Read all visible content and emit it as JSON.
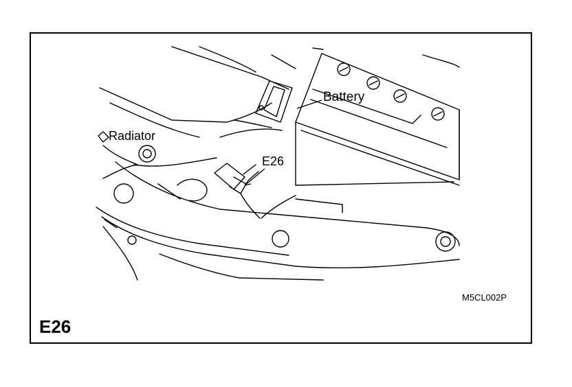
{
  "figure": {
    "id_label": "E26",
    "figure_code": "M5CL002P",
    "callouts": {
      "battery": "Battery",
      "radiator": "Radiator",
      "connector": "E26"
    }
  },
  "colors": {
    "ink": "#000000",
    "paper": "#ffffff"
  }
}
